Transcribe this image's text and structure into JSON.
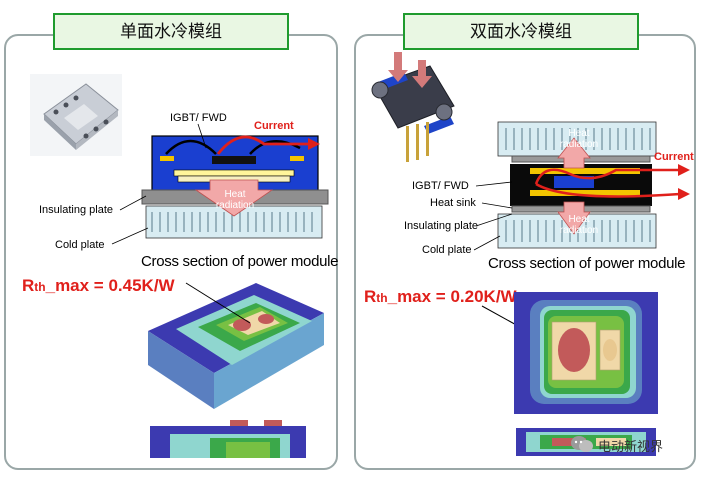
{
  "left": {
    "title": "单面水冷模组",
    "labels": {
      "igbt": "IGBT/ FWD",
      "current": "Current",
      "heat_line1": "Heat",
      "heat_line2": "radiation",
      "insulating": "Insulating plate",
      "cold": "Cold plate"
    },
    "caption": "Cross section of power module",
    "rth_prefix": "R",
    "rth_sub": "th",
    "rth_rest": "_max = 0.45K/W"
  },
  "right": {
    "title": "双面水冷模组",
    "labels": {
      "igbt": "IGBT/ FWD",
      "current": "Current",
      "heat_top_line1": "Heat",
      "heat_top_line2": "radiation",
      "heat_bot_line1": "Heat",
      "heat_bot_line2": "radiation",
      "heatsink": "Heat sink",
      "insulating": "Insulating plate",
      "cold": "Cold plate"
    },
    "caption": "Cross section of power module",
    "rth_prefix": "R",
    "rth_sub": "th",
    "rth_rest": "_max = 0.20K/W"
  },
  "watermark": "电动新视界",
  "colors": {
    "panel_border": "#9aa7a7",
    "title_border": "#1f9b2e",
    "title_bg": "#e9f7e3",
    "accent_red": "#e0201b",
    "module_blue": "#1a3fd0",
    "cold_plate": "#d8ecf2"
  }
}
